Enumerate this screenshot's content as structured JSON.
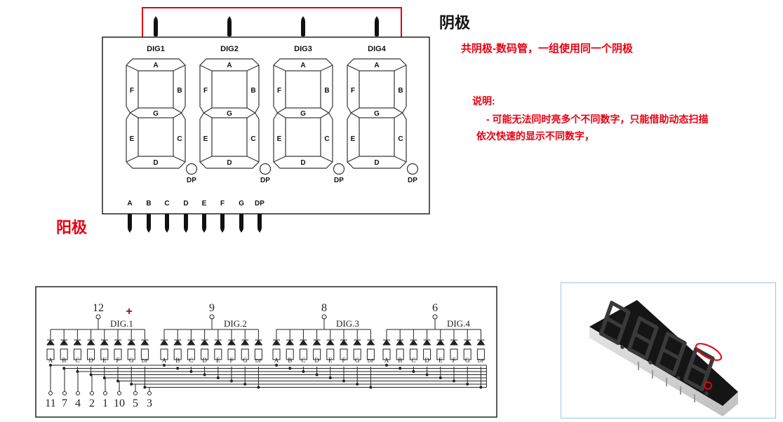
{
  "labels": {
    "cathode": "阴极",
    "anode": "阳极",
    "description": "共阴极-数码管，一组使用同一个阴极",
    "note_title": "说明:",
    "note_line1": "- 可能无法同时亮多个不同数字，只能借助动态扫描",
    "note_line2": "依次快速的显示不同数字，"
  },
  "display": {
    "digits": [
      "DIG1",
      "DIG2",
      "DIG3",
      "DIG4"
    ],
    "segments": [
      "A",
      "B",
      "C",
      "D",
      "E",
      "F",
      "G"
    ],
    "dp": "DP",
    "anode_pins": [
      "A",
      "B",
      "C",
      "D",
      "E",
      "F",
      "G",
      "DP"
    ]
  },
  "schematic": {
    "digit_pins": [
      {
        "pin": "12",
        "label": "DIG.1"
      },
      {
        "pin": "9",
        "label": "DIG.2"
      },
      {
        "pin": "8",
        "label": "DIG.3"
      },
      {
        "pin": "6",
        "label": "DIG.4"
      }
    ],
    "plus": "+",
    "segment_labels": [
      "A",
      "B",
      "C",
      "D",
      "E",
      "F",
      "G",
      "DP"
    ],
    "bottom_pins": [
      "11",
      "7",
      "4",
      "2",
      "1",
      "10",
      "5",
      "3"
    ]
  },
  "colors": {
    "accent_red": "#e60012",
    "ink": "#111111"
  }
}
